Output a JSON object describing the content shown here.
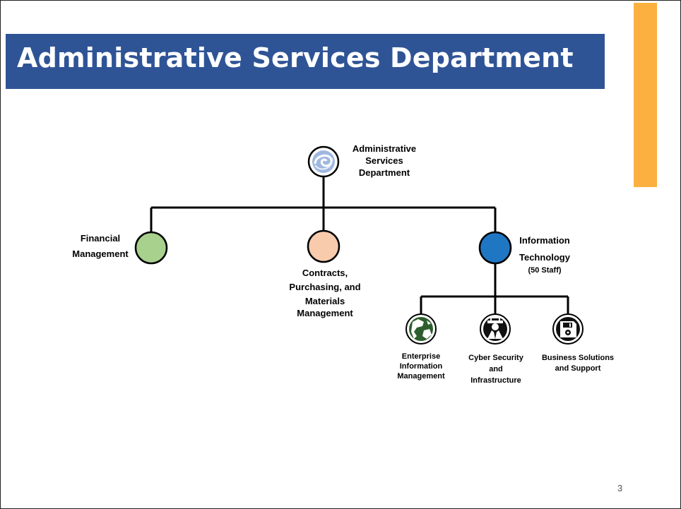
{
  "title": "Administrative Services Department",
  "page_number": "3",
  "colors": {
    "banner": "#2f5496",
    "accent": "#fbb040",
    "financial": "#a9d18e",
    "contracts": "#f8cbad",
    "it": "#1f77c4"
  },
  "root": {
    "label_lines": [
      "Administrative",
      "Services",
      "Department"
    ],
    "icon": "swirl-logo-icon"
  },
  "divisions": [
    {
      "label_lines": [
        "Financial",
        "Management"
      ],
      "icon": "green-circle"
    },
    {
      "label_lines": [
        "Contracts,",
        "Purchasing, and",
        "Materials",
        "Management"
      ],
      "icon": "peach-circle"
    },
    {
      "label_lines": [
        "Information",
        "Technology"
      ],
      "note": "(50 Staff)",
      "icon": "blue-circle"
    }
  ],
  "it_units": [
    {
      "label_lines": [
        "Enterprise",
        "Information",
        "Management"
      ],
      "icon": "globe-icon"
    },
    {
      "label_lines": [
        "Cyber Security",
        "and",
        "Infrastructure"
      ],
      "icon": "spy-icon"
    },
    {
      "label_lines": [
        "Business Solutions",
        "and Support"
      ],
      "icon": "floppy-disk-icon"
    }
  ]
}
